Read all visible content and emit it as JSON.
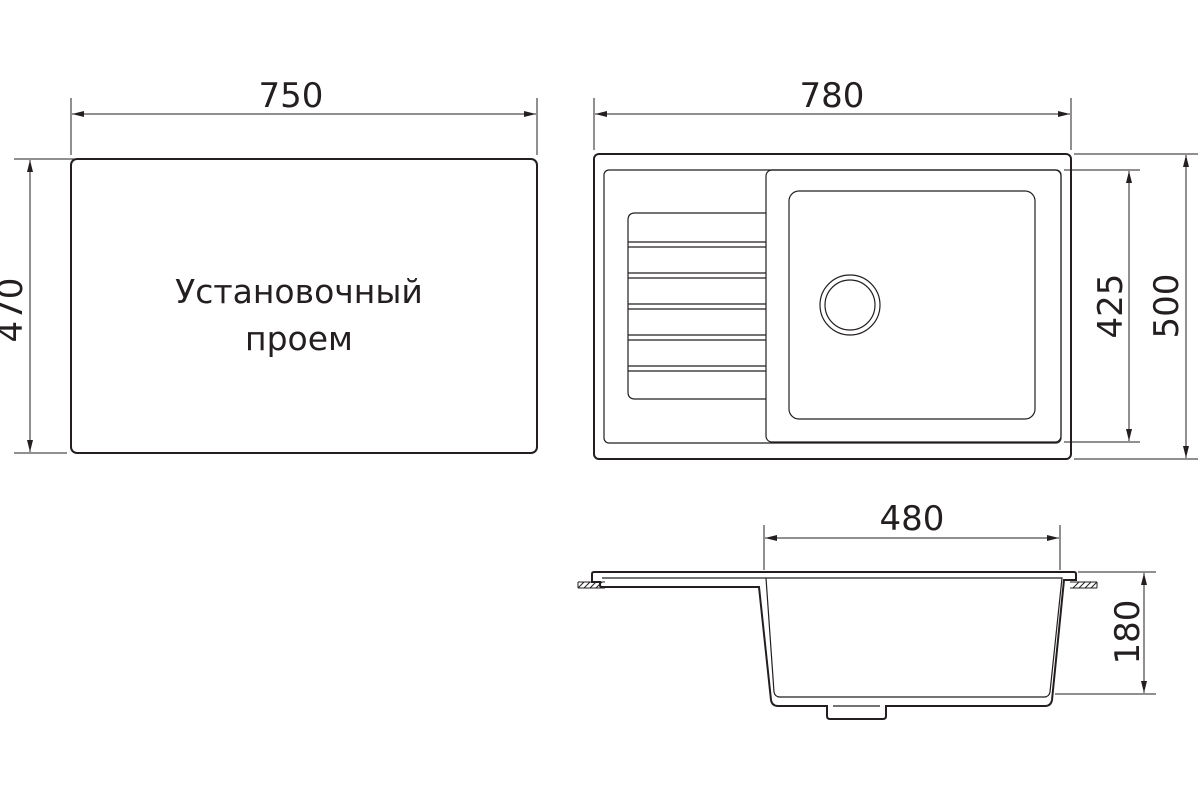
{
  "cutout": {
    "label_line1": "Установочный",
    "label_line2": "проем",
    "width": "750",
    "height": "470"
  },
  "top_view": {
    "width": "780",
    "height": "500",
    "bowl_height": "425"
  },
  "side_view": {
    "bowl_width": "480",
    "depth": "180"
  },
  "colors": {
    "line": "#231f20",
    "background": "#ffffff"
  }
}
